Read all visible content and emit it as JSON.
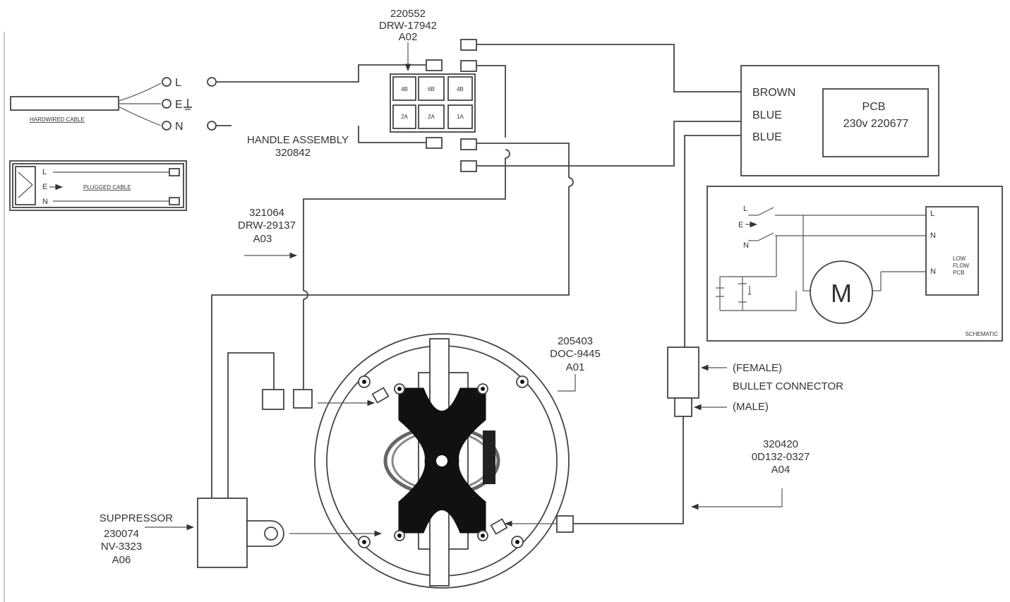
{
  "colors": {
    "line": "#444444",
    "text": "#333333",
    "fill": "#111111",
    "background": "#ffffff"
  },
  "cable": {
    "hardwired_label": "HARDWIRED CABLE",
    "plugged_label": "PLUGGED CABLE",
    "terminal_l": "L",
    "terminal_e": "E",
    "terminal_n": "N",
    "earth_symbol": "earth-ground-icon"
  },
  "handle": {
    "code": "220552",
    "drawing": "DRW-17942",
    "rev": "A02",
    "name": "HANDLE ASSEMBLY",
    "part": "320842",
    "cell_labels": [
      "4B",
      "6B",
      "4B",
      "2A",
      "2A",
      "1A"
    ]
  },
  "harness": {
    "code": "321064",
    "drawing": "DRW-29137",
    "rev": "A03"
  },
  "pcb_box": {
    "wire_brown": "BROWN",
    "wire_blue_1": "BLUE",
    "wire_blue_2": "BLUE",
    "title": "PCB",
    "spec": "230v 220677"
  },
  "schematic": {
    "caption": "SCHEMATIC",
    "in_l": "L",
    "in_e": "E",
    "in_n": "N",
    "pcb_l": "L",
    "pcb_n1": "N",
    "pcb_n2": "N",
    "pcb_label_1": "LOW",
    "pcb_label_2": "FLOW",
    "pcb_label_3": "PCB",
    "motor_symbol": "M"
  },
  "motor": {
    "code": "205403",
    "doc": "DOC-9445",
    "rev": "A01"
  },
  "bullet": {
    "female": "(FEMALE)",
    "name": "BULLET CONNECTOR",
    "male": "(MALE)"
  },
  "lead": {
    "code": "320420",
    "part": "0D132-0327",
    "rev": "A04"
  },
  "suppressor": {
    "name": "SUPPRESSOR",
    "code": "230074",
    "doc": "NV-3323",
    "rev": "A06"
  }
}
